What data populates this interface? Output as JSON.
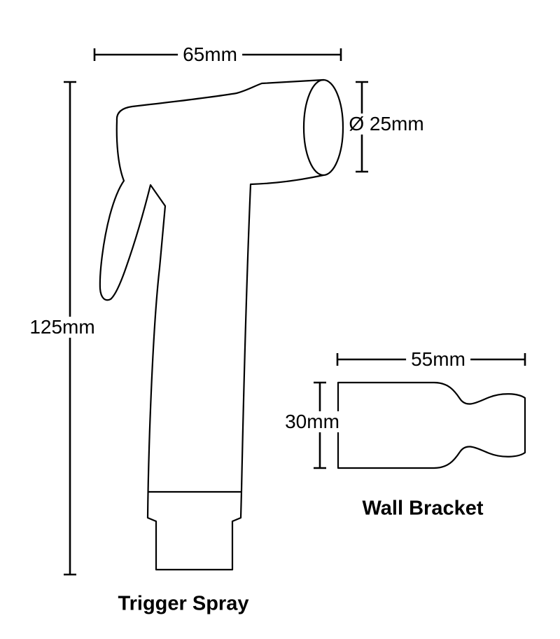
{
  "labels": {
    "trigger_spray": "Trigger Spray",
    "wall_bracket": "Wall Bracket"
  },
  "dimensions": {
    "spray_head_width": "65mm",
    "nozzle_diameter": "Ø 25mm",
    "spray_height": "125mm",
    "bracket_width": "55mm",
    "bracket_height": "30mm"
  },
  "colors": {
    "line": "#000000",
    "background": "#ffffff"
  }
}
